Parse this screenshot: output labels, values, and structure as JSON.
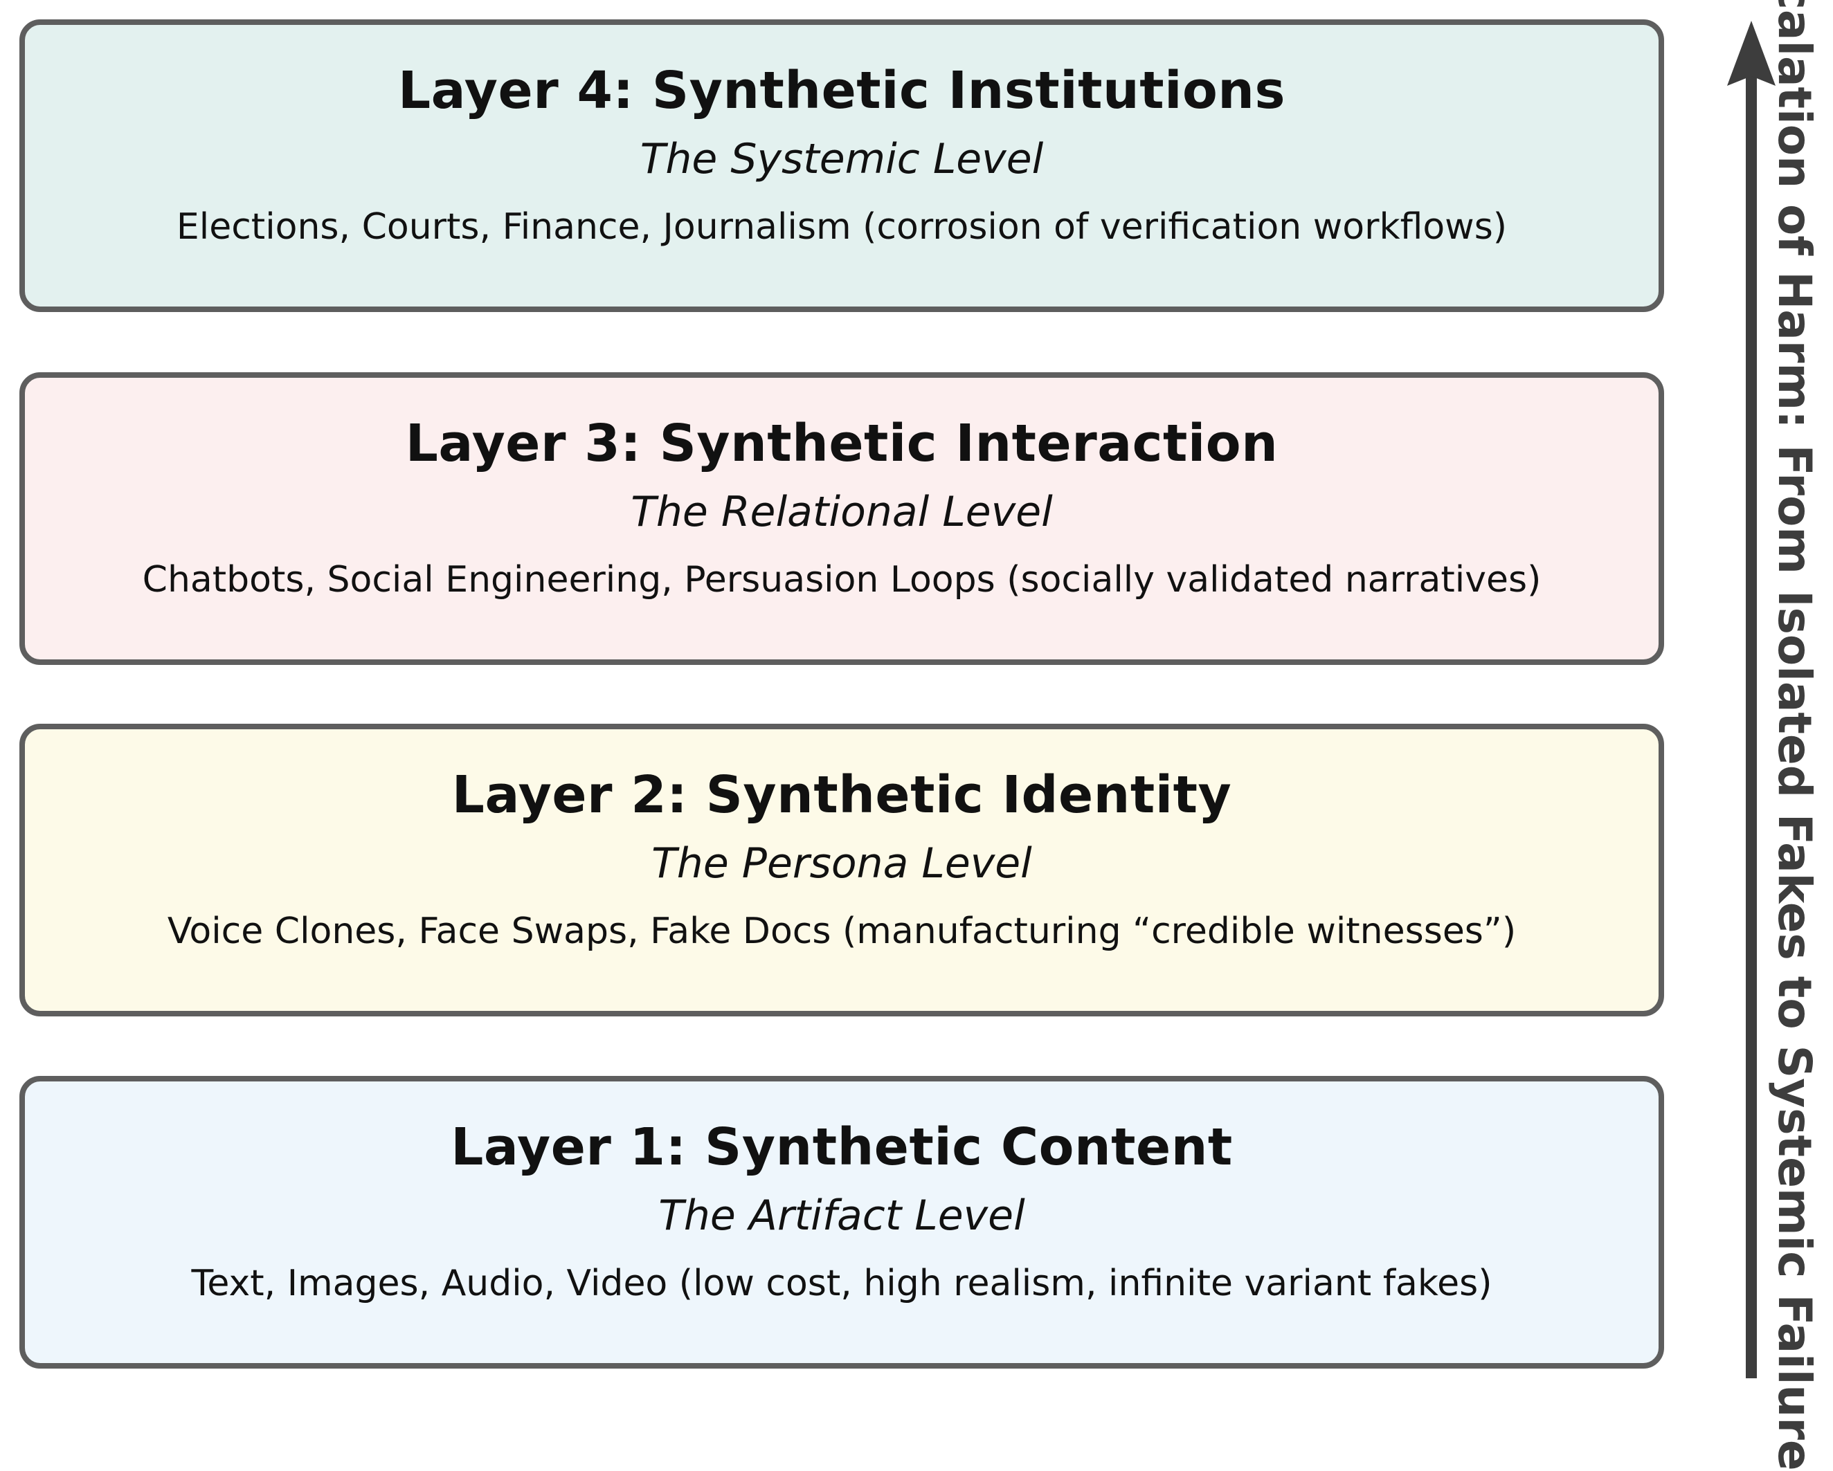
{
  "layers": [
    {
      "title": "Layer 4: Synthetic Institutions",
      "level": "The Systemic Level",
      "description": "Elections, Courts, Finance, Journalism (corrosion of verification workflows)",
      "fill": "#e3f1ef"
    },
    {
      "title": "Layer 3: Synthetic Interaction",
      "level": "The Relational Level",
      "description": "Chatbots, Social Engineering, Persuasion Loops (socially validated narratives)",
      "fill": "#fcefef"
    },
    {
      "title": "Layer 2: Synthetic Identity",
      "level": "The Persona Level",
      "description": "Voice Clones, Face Swaps, Fake Docs (manufacturing “credible witnesses”)",
      "fill": "#fdfae8"
    },
    {
      "title": "Layer 1: Synthetic Content",
      "level": "The Artifact Level",
      "description": "Text, Images, Audio, Video (low cost, high realism, infinite variant fakes)",
      "fill": "#eef6fc"
    }
  ],
  "axis": {
    "label": "Escalation of Harm: From Isolated Fakes to Systemic Failure",
    "color": "#3d3d3d",
    "border_color": "#5e5e5e"
  }
}
